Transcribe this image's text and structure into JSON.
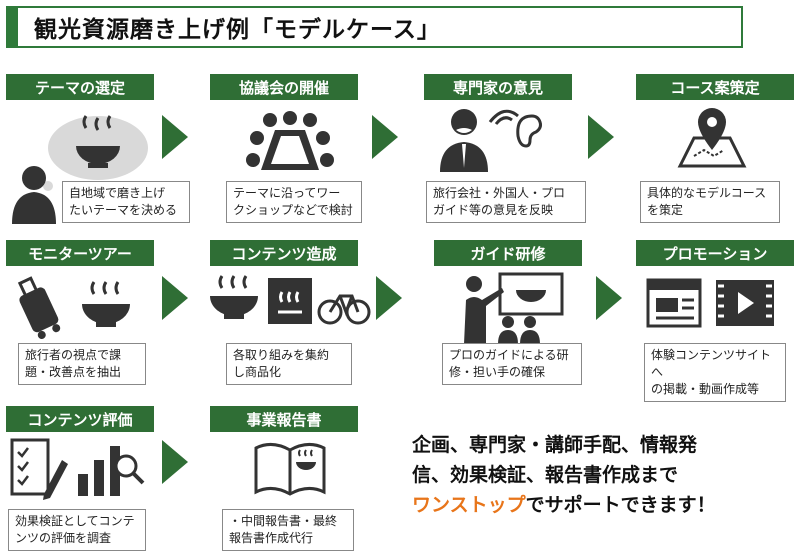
{
  "title": "観光資源磨き上げ例「モデルケース」",
  "colors": {
    "primary": "#2f6e35",
    "accent": "#e8751a"
  },
  "steps": [
    {
      "header": "テーマの選定",
      "desc": [
        "自地域で磨き上げ",
        "たいテーマを決める"
      ]
    },
    {
      "header": "協議会の開催",
      "desc": [
        "テーマに沿ってワー",
        "クショップなどで検討"
      ]
    },
    {
      "header": "専門家の意見",
      "desc": [
        "旅行会社・外国人・プロ",
        "ガイド等の意見を反映"
      ]
    },
    {
      "header": "コース案策定",
      "desc": [
        "具体的なモデルコース",
        "を策定"
      ]
    },
    {
      "header": "モニターツアー",
      "desc": [
        "旅行者の視点で課",
        "題・改善点を抽出"
      ]
    },
    {
      "header": "コンテンツ造成",
      "desc": [
        "各取り組みを集約",
        "し商品化"
      ]
    },
    {
      "header": "ガイド研修",
      "desc": [
        "プロのガイドによる研",
        "修・担い手の確保"
      ]
    },
    {
      "header": "プロモーション",
      "desc": [
        "体験コンテンツサイトへ",
        "の掲載・動画作成等"
      ]
    },
    {
      "header": "コンテンツ評価",
      "desc": [
        "効果検証としてコンテ",
        "ンツの評価を調査"
      ]
    },
    {
      "header": "事業報告書",
      "desc": [
        "・中間報告書・最終",
        "報告書作成代行"
      ]
    }
  ],
  "closing": {
    "line1": "企画、専門家・講師手配、情報発",
    "line2": "信、効果検証、報告書作成まで",
    "accent": "ワンストップ",
    "line3_rest": "でサポートできます！"
  }
}
